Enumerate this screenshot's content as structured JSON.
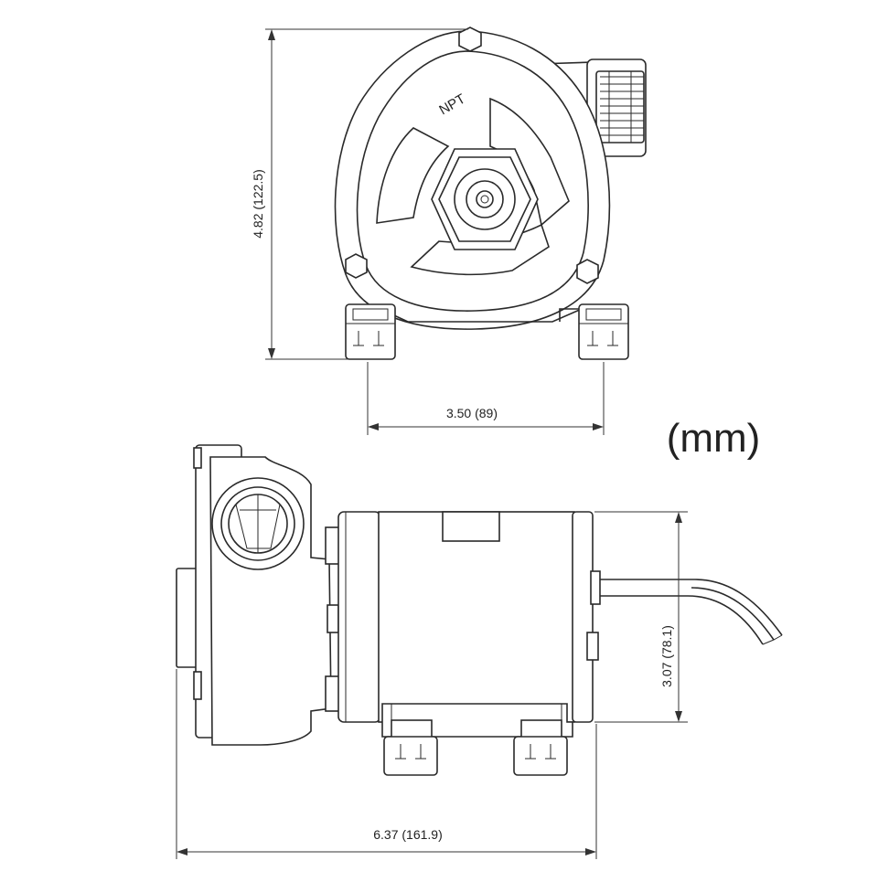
{
  "diagram": {
    "front_view": {
      "npt_label": "NPT",
      "height_dimension": "4.82 (122.5)",
      "mount_spacing_dimension": "3.50 (89)"
    },
    "side_view": {
      "height_dimension": "3.07 (78.1)",
      "length_dimension": "6.37 (161.9)"
    },
    "units_label": "(mm)",
    "colors": {
      "line": "#2a2a2a",
      "background": "#ffffff"
    }
  }
}
